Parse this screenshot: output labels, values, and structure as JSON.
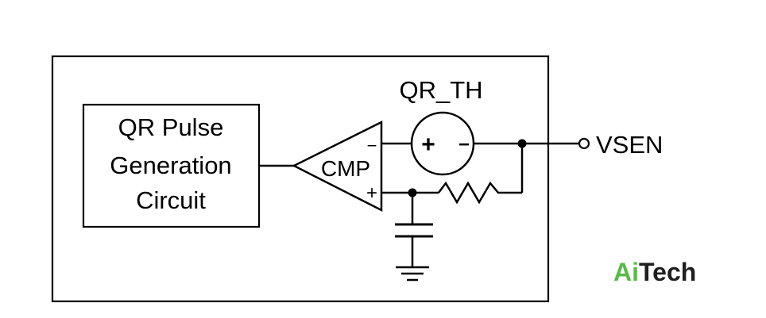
{
  "block": {
    "line1": "QR Pulse",
    "line2": "Generation",
    "line3": "Circuit"
  },
  "comparator": {
    "label": "CMP",
    "minus": "−",
    "plus": "+"
  },
  "source": {
    "label": "QR_TH",
    "plus": "+",
    "minus": "−"
  },
  "pin": {
    "label": "VSEN"
  },
  "watermark": {
    "part1": "Ai",
    "part2": "Tech",
    "colors": {
      "ai": "#5cb84a",
      "tech": "#1f1f1f"
    }
  }
}
